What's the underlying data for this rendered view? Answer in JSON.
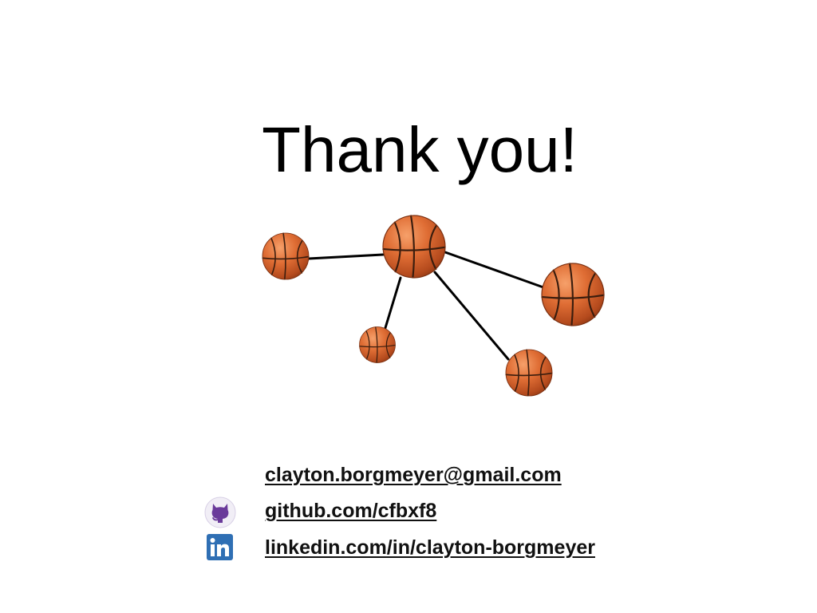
{
  "slide": {
    "title": "Thank you!"
  },
  "contacts": {
    "email": "clayton.borgmeyer@gmail.com",
    "github": "github.com/cfbxf8",
    "linkedin": "linkedin.com/in/clayton-borgmeyer"
  },
  "icons": {
    "github": "github-icon",
    "linkedin": "linkedin-icon",
    "node": "basketball-icon"
  },
  "colors": {
    "background": "#ffffff",
    "text": "#000000",
    "ball": "#d2602a",
    "seam": "#3a1d0e",
    "github_accent": "#6a3a9a",
    "linkedin": "#2f6fb4"
  }
}
